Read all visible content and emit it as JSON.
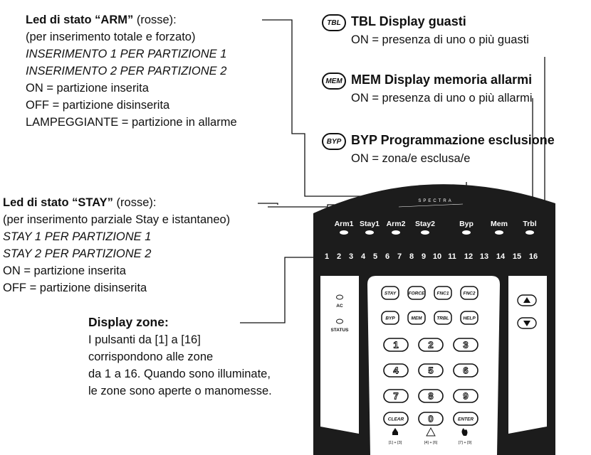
{
  "arm_block": {
    "title_bold": "Led di stato “ARM”",
    "title_rest": " (rosse):",
    "lines": [
      "(per inserimento totale e forzato)",
      "INSERIMENTO 1 PER PARTIZIONE 1",
      "INSERIMENTO 2 PER PARTIZIONE 2",
      "ON = partizione inserita",
      "OFF = partizione disinserita",
      "LAMPEGGIANTE = partizione in allarme"
    ]
  },
  "stay_block": {
    "title_bold": "Led di stato “STAY”",
    "title_rest": " (rosse):",
    "lines": [
      "(per inserimento parziale Stay e istantaneo)",
      "STAY 1 PER PARTIZIONE 1",
      "STAY 2 PER PARTIZIONE 2",
      "ON = partizione inserita",
      "OFF = partizione disinserita"
    ]
  },
  "zone_block": {
    "title": "Display zone:",
    "lines": [
      "I pulsanti da [1] a [16]",
      "corrispondono alle zone",
      "da 1 a 16. Quando sono illuminate,",
      "le zone sono aperte o manomesse."
    ]
  },
  "tbl_block": {
    "badge": "TBL",
    "title": "TBL Display guasti",
    "line": "ON = presenza di uno o più guasti"
  },
  "mem_block": {
    "badge": "MEM",
    "title": "MEM Display memoria allarmi",
    "line": "ON = presenza di uno o più allarmi"
  },
  "byp_block": {
    "badge": "BYP",
    "title": "BYP Programmazione esclusione",
    "line": "ON = zona/e esclusa/e"
  },
  "keypad": {
    "brand": "SPECTRA",
    "led_labels": [
      "Arm1",
      "Stay1",
      "Arm2",
      "Stay2",
      "Byp",
      "Mem",
      "Trbl"
    ],
    "zones": [
      "1",
      "2",
      "3",
      "4",
      "5",
      "6",
      "7",
      "8",
      "9",
      "10",
      "11",
      "12",
      "13",
      "14",
      "15",
      "16"
    ],
    "side_labels": [
      "AC",
      "STATUS"
    ],
    "function_keys": [
      "STAY",
      "FORCE",
      "FNC1",
      "FNC2",
      "BYP",
      "MEM",
      "TRBL",
      "HELP"
    ],
    "digit_keys": [
      "1",
      "2",
      "3",
      "4",
      "5",
      "6",
      "7",
      "8",
      "9",
      "CLEAR",
      "0",
      "ENTER"
    ],
    "panic_labels": [
      "[1] + [3]",
      "[4] + [6]",
      "[7] + [9]"
    ],
    "arrow_keys": [
      "up-arrow-icon",
      "down-arrow-icon"
    ]
  }
}
